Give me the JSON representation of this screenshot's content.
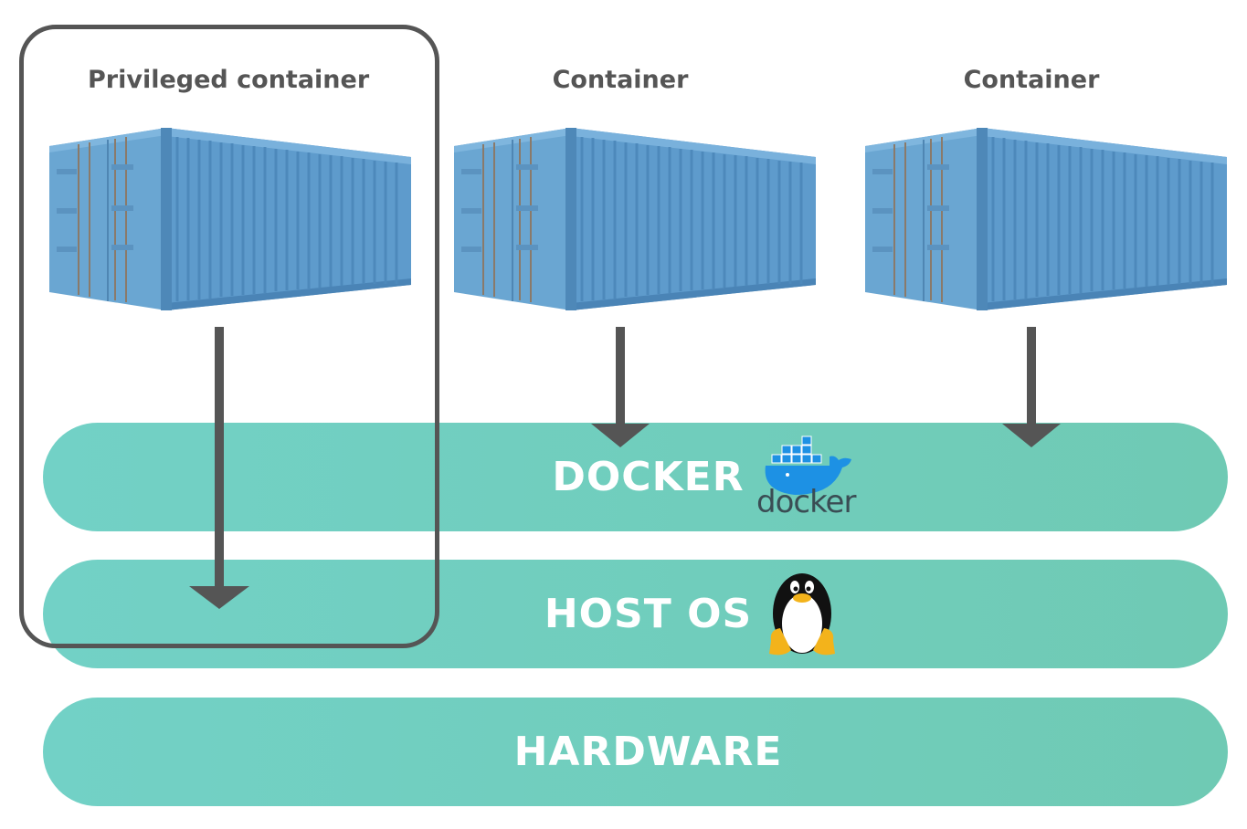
{
  "columns": {
    "privileged": "Privileged container",
    "container2": "Container",
    "container3": "Container"
  },
  "layers": {
    "docker": "DOCKER",
    "host_os": "HOST OS",
    "hardware": "HARDWARE"
  },
  "logos": {
    "docker_wordmark": "docker"
  },
  "colors": {
    "layer": "#70cfc0",
    "container": "#5d9fcf",
    "arrow": "#555555",
    "frame": "#555555"
  }
}
